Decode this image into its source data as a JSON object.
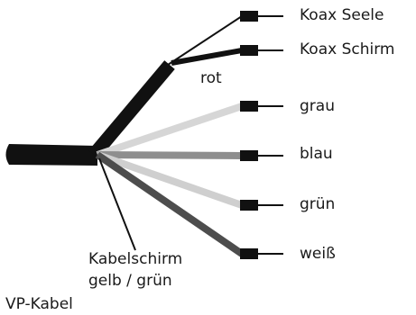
{
  "diagram": {
    "cable_label": "VP-Kabel",
    "shield_label_line1": "Kabelschirm",
    "shield_label_line2": "gelb / grün",
    "rot_label": "rot",
    "wires": [
      {
        "label": "Koax Seele",
        "color": "#111111"
      },
      {
        "label": "Koax Schirm",
        "color": "#111111"
      },
      {
        "label": "grau",
        "color": "#d6d6d6"
      },
      {
        "label": "blau",
        "color": "#8e8e8e"
      },
      {
        "label": "grün",
        "color": "#cfcfcf"
      },
      {
        "label": "weiß",
        "color": "#4d4d4d"
      }
    ],
    "cable_color": "#111111"
  }
}
